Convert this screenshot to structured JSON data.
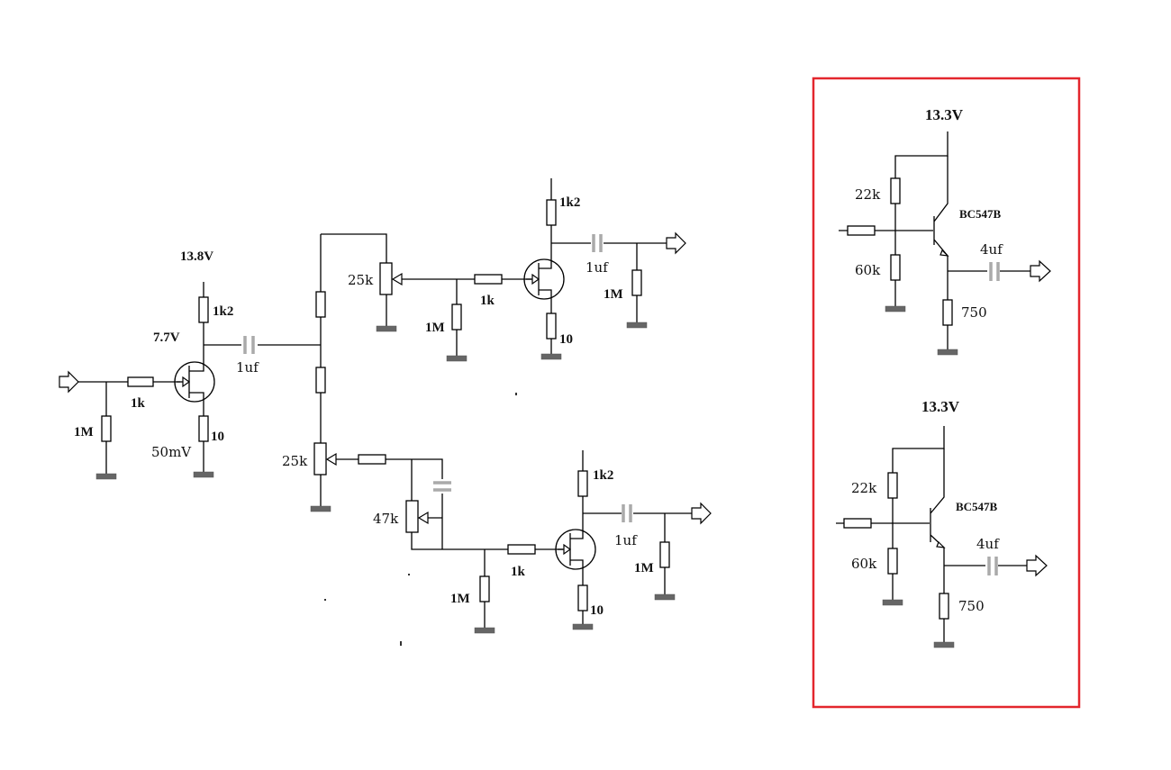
{
  "labels": {
    "vcc_input": "13.8V",
    "drain_res_input": "1k2",
    "drain_voltage": "7.7V",
    "coupling_cap_input": "1uf",
    "gate_res_input": "1k",
    "gate_pulldown_input": "1M",
    "source_res_input": "10",
    "source_voltage": "50mV",
    "pot_upper": "25k",
    "pot_lower": "25k",
    "pot_47k": "47k",
    "upper_gate_pulldown": "1M",
    "upper_gate_res": "1k",
    "upper_drain_res": "1k2",
    "upper_coupling_cap": "1uf",
    "upper_output_res": "1M",
    "upper_source_res": "10",
    "lower_gate_pulldown": "1M",
    "lower_gate_res": "1k",
    "lower_drain_res": "1k2",
    "lower_coupling_cap": "1uf",
    "lower_output_res": "1M",
    "lower_source_res": "10"
  },
  "inset": {
    "circuits": [
      {
        "vcc": "13.3V",
        "r_top": "22k",
        "r_bottom": "60k",
        "transistor": "BC547B",
        "cap": "4uf",
        "r_emitter": "750"
      },
      {
        "vcc": "13.3V",
        "r_top": "22k",
        "r_bottom": "60k",
        "transistor": "BC547B",
        "cap": "4uf",
        "r_emitter": "750"
      }
    ],
    "border_color": "#e3262d"
  }
}
